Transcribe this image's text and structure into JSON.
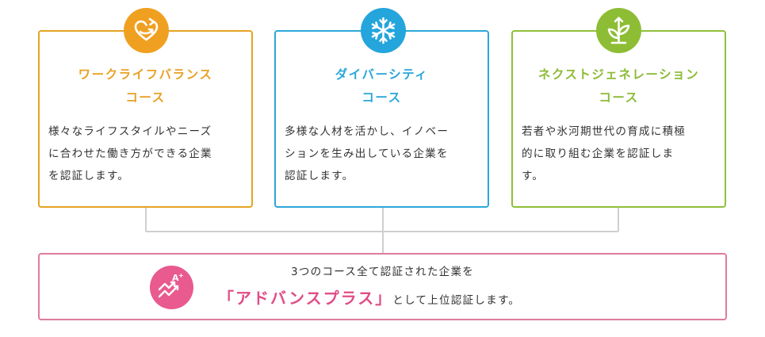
{
  "courses": [
    {
      "title_line1": "ワークライフバランス",
      "title_line2": "コース",
      "desc": [
        "様々なライフスタイルやニーズ",
        "に合わせた働き方ができる企業",
        "を認証します。"
      ],
      "icon": "heart-arrows-icon",
      "color": "#e5a324"
    },
    {
      "title_line1": "ダイバーシティ",
      "title_line2": "コース",
      "desc": [
        "多様な人材を活かし、イノベー",
        "ションを生み出している企業を",
        "認証します。"
      ],
      "icon": "diversity-snowflake-icon",
      "color": "#2ba8d8"
    },
    {
      "title_line1": "ネクストジェネレーション",
      "title_line2": "コース",
      "desc": [
        "若者や氷河期世代の育成に積極",
        "的に取り組む企業を認証しま",
        "す。"
      ],
      "icon": "sprout-arrow-icon",
      "color": "#8fbf3a"
    }
  ],
  "advance": {
    "line1": "3つのコース全て認証された企業を",
    "highlight": "「アドバンスプラス」",
    "rest": "として上位認証します。",
    "icon": "a-plus-arrows-icon",
    "badge_text": "A+",
    "color": "#e95a8e"
  }
}
